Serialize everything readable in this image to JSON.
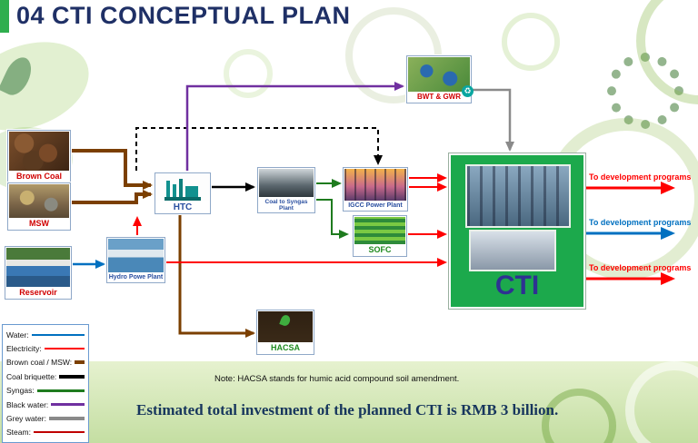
{
  "slide": {
    "title": "04 CTI CONCEPTUAL PLAN"
  },
  "nodes": {
    "brown_coal": {
      "label": "Brown Coal"
    },
    "msw": {
      "label": "MSW"
    },
    "reservoir": {
      "label": "Reservoir"
    },
    "htc": {
      "label": "HTC"
    },
    "coal_to_syngas": {
      "label": "Coal to Syngas Plant"
    },
    "igcc": {
      "label": "IGCC Power Plant"
    },
    "sofc": {
      "label": "SOFC"
    },
    "hydro": {
      "label": "Hydro Powe Plant"
    },
    "hacsa": {
      "label": "HACSA"
    },
    "bwt_gwr": {
      "label": "BWT & GWR"
    },
    "cti": {
      "label": "CTI"
    }
  },
  "outputs": [
    {
      "label": "To development  programs",
      "color": "#FF0000"
    },
    {
      "label": "To development  programs",
      "color": "#0070C0"
    },
    {
      "label": "To development  programs",
      "color": "#FF0000"
    }
  ],
  "legend": {
    "items": [
      {
        "label": "Water:",
        "color": "#0070C0"
      },
      {
        "label": "Electricity:",
        "color": "#FF0000"
      },
      {
        "label": "Brown coal / MSW:",
        "color": "#7B3F00"
      },
      {
        "label": "Coal briquette:",
        "color": "#000000"
      },
      {
        "label": "Syngas:",
        "color": "#1E7B1E"
      },
      {
        "label": "Black water:",
        "color": "#7030A0"
      },
      {
        "label": "Grey water:",
        "color": "#8A8A8A"
      },
      {
        "label": "Steam:",
        "color": "#C00000"
      }
    ]
  },
  "note": "Note: HACSA stands for humic acid compound  soil amendment.",
  "footer": "Estimated total investment of the planned CTI  is RMB 3 billion."
}
